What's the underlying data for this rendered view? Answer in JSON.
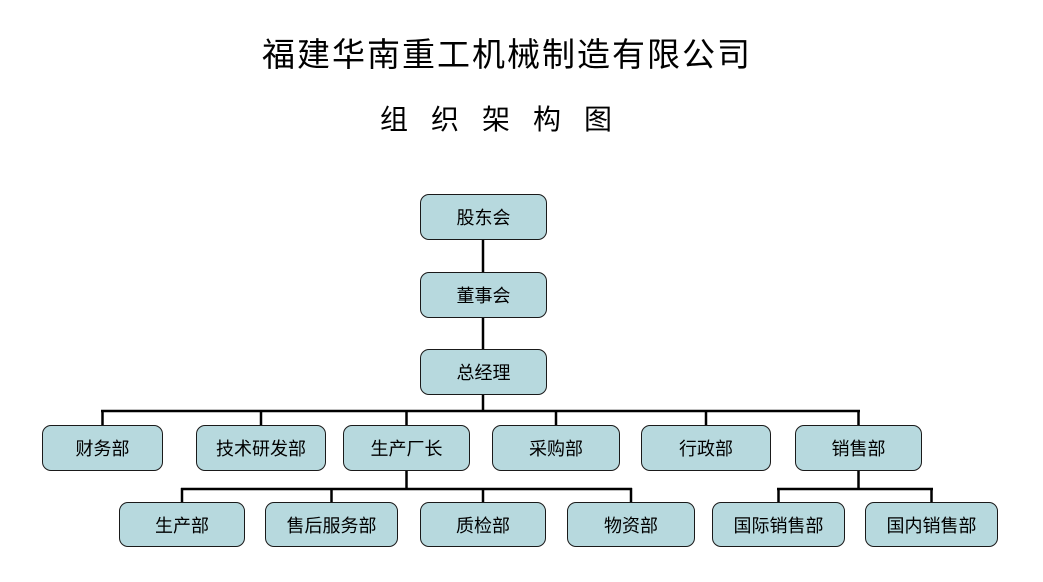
{
  "title": "福建华南重工机械制造有限公司",
  "subtitle": "组 织 架 构 图",
  "org": {
    "shareholders": "股东会",
    "board": "董事会",
    "general_manager": "总经理",
    "departments": [
      "财务部",
      "技术研发部",
      "生产厂长",
      "采购部",
      "行政部",
      "销售部"
    ],
    "production_sub": [
      "生产部",
      "售后服务部",
      "质检部",
      "物资部"
    ],
    "sales_sub": [
      "国际销售部",
      "国内销售部"
    ]
  },
  "style": {
    "box_fill": "#b7d9de",
    "box_border": "#1a1a1a",
    "line_color": "#000000"
  }
}
